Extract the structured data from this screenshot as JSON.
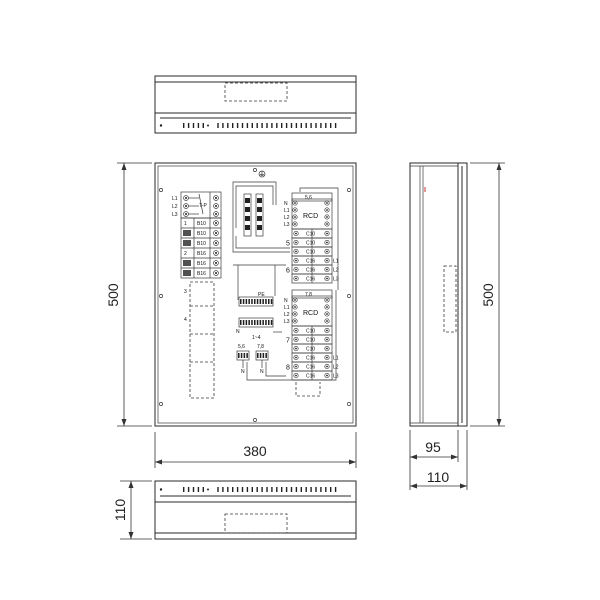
{
  "dimensions": {
    "width_front": "380",
    "height_front": "500",
    "height_side": "500",
    "depth_inner": "95",
    "depth_outer": "110",
    "depth_bottom": "110"
  },
  "left_block": {
    "phase_labels": [
      "L1",
      "L2",
      "L3"
    ],
    "main_switch": "T-P",
    "rows": [
      {
        "group": "1",
        "rating": "B10"
      },
      {
        "group": "",
        "rating": "B10"
      },
      {
        "group": "",
        "rating": "B10"
      },
      {
        "group": "2",
        "rating": "B16"
      },
      {
        "group": "",
        "rating": "B16"
      },
      {
        "group": "",
        "rating": "B16"
      }
    ],
    "groups_below": [
      "3",
      "4"
    ]
  },
  "center_block": {
    "pe_label": "PE",
    "n_label": "N",
    "group_label": "1~4",
    "bottom_groups": [
      "5,6",
      "7,8"
    ],
    "bottom_n": "N"
  },
  "right_block_top": {
    "header": "5,6",
    "inputs": [
      "N",
      "L1",
      "L2",
      "L3"
    ],
    "rcd": "RCD",
    "circuits": [
      {
        "group": "",
        "rating": "C10",
        "phase": ""
      },
      {
        "group": "5",
        "rating": "C10",
        "phase": ""
      },
      {
        "group": "",
        "rating": "C10",
        "phase": ""
      },
      {
        "group": "",
        "rating": "C16",
        "phase": "L1"
      },
      {
        "group": "6",
        "rating": "C16",
        "phase": "L2"
      },
      {
        "group": "",
        "rating": "C16",
        "phase": "L3"
      }
    ]
  },
  "right_block_bottom": {
    "header": "7,8",
    "inputs": [
      "N",
      "L1",
      "L2",
      "L3"
    ],
    "rcd": "RCD",
    "circuits": [
      {
        "group": "",
        "rating": "C10",
        "phase": ""
      },
      {
        "group": "7",
        "rating": "C10",
        "phase": ""
      },
      {
        "group": "",
        "rating": "C10",
        "phase": ""
      },
      {
        "group": "",
        "rating": "C16",
        "phase": "L1"
      },
      {
        "group": "8",
        "rating": "C16",
        "phase": "L2"
      },
      {
        "group": "",
        "rating": "C16",
        "phase": "L3"
      }
    ]
  },
  "icons": {
    "earth": "earth-ground-icon",
    "screw": "mounting-hole-icon"
  }
}
